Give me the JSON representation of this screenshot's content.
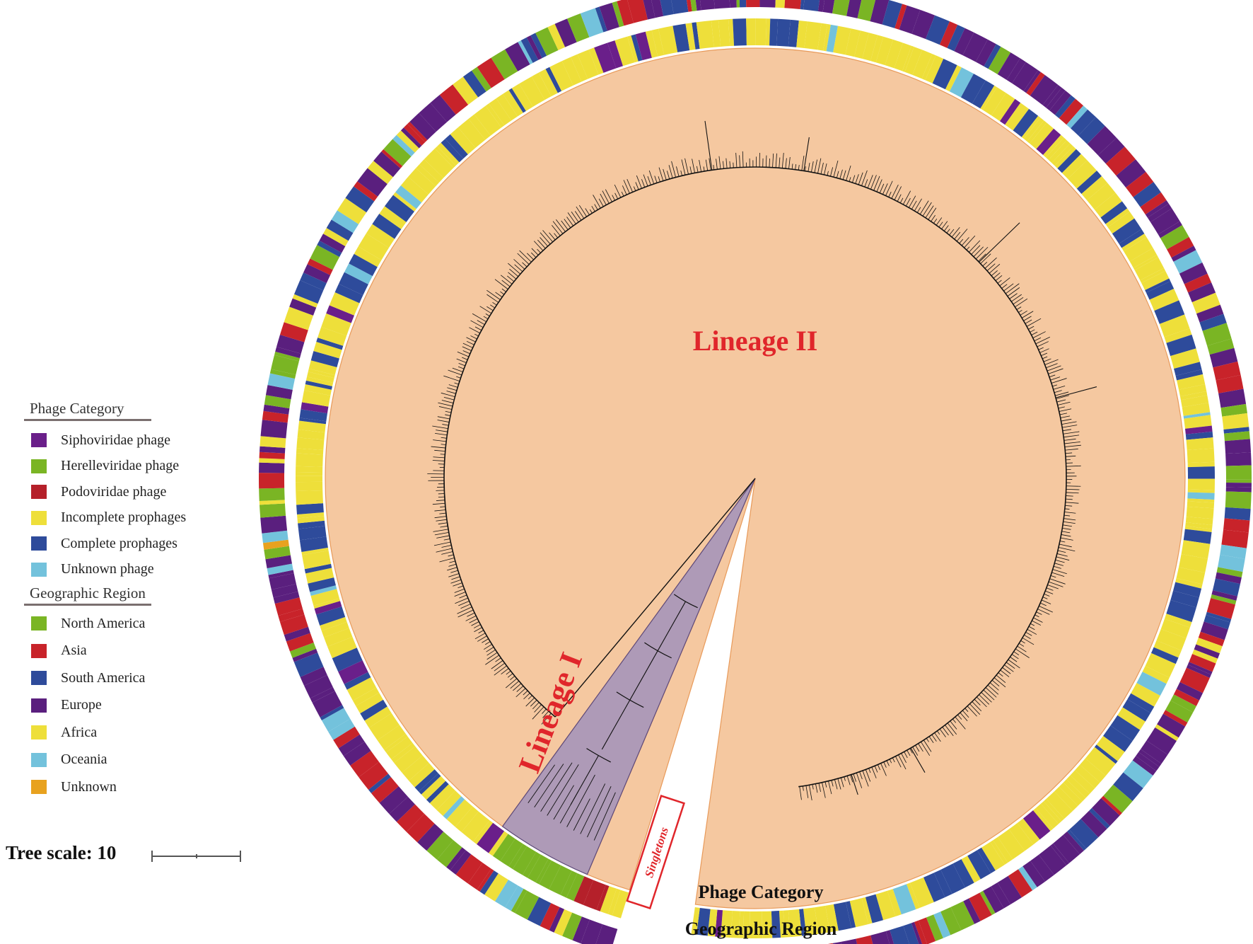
{
  "legend": {
    "phage_category": {
      "title": "Phage Category",
      "items": [
        {
          "label": "Siphoviridae phage",
          "color": "#6a1f8a"
        },
        {
          "label": "Herelleviridae phage",
          "color": "#7ab524"
        },
        {
          "label": "Podoviridae phage",
          "color": "#b5202a"
        },
        {
          "label": "Incomplete prophages",
          "color": "#eedf3a"
        },
        {
          "label": "Complete prophages",
          "color": "#2e4b9b"
        },
        {
          "label": "Unknown phage",
          "color": "#73c2dc"
        }
      ]
    },
    "geographic_region": {
      "title": "Geographic Region",
      "items": [
        {
          "label": "North America",
          "color": "#7ab524"
        },
        {
          "label": "Asia",
          "color": "#c8232a"
        },
        {
          "label": "South America",
          "color": "#2e4b9b"
        },
        {
          "label": "Europe",
          "color": "#5a1f7e"
        },
        {
          "label": "Africa",
          "color": "#eedf3a"
        },
        {
          "label": "Oceania",
          "color": "#73c2dc"
        },
        {
          "label": "Unknown",
          "color": "#e8a21f"
        }
      ]
    }
  },
  "tree": {
    "scale_label": "Tree scale: 10",
    "clades": [
      {
        "name": "Lineage II",
        "color": "#f5c8a0"
      },
      {
        "name": "Lineage I",
        "color": "#ae9ab7"
      }
    ],
    "singletons_label": "Singletons",
    "ring_labels": {
      "inner": "Phage Category",
      "outer": "Geographic Region"
    }
  },
  "colors": {
    "label_red": "#e0262b",
    "clade_outline_lineage2": "#e89a5a",
    "clade_outline_lineage1": "#5e4a7a"
  }
}
